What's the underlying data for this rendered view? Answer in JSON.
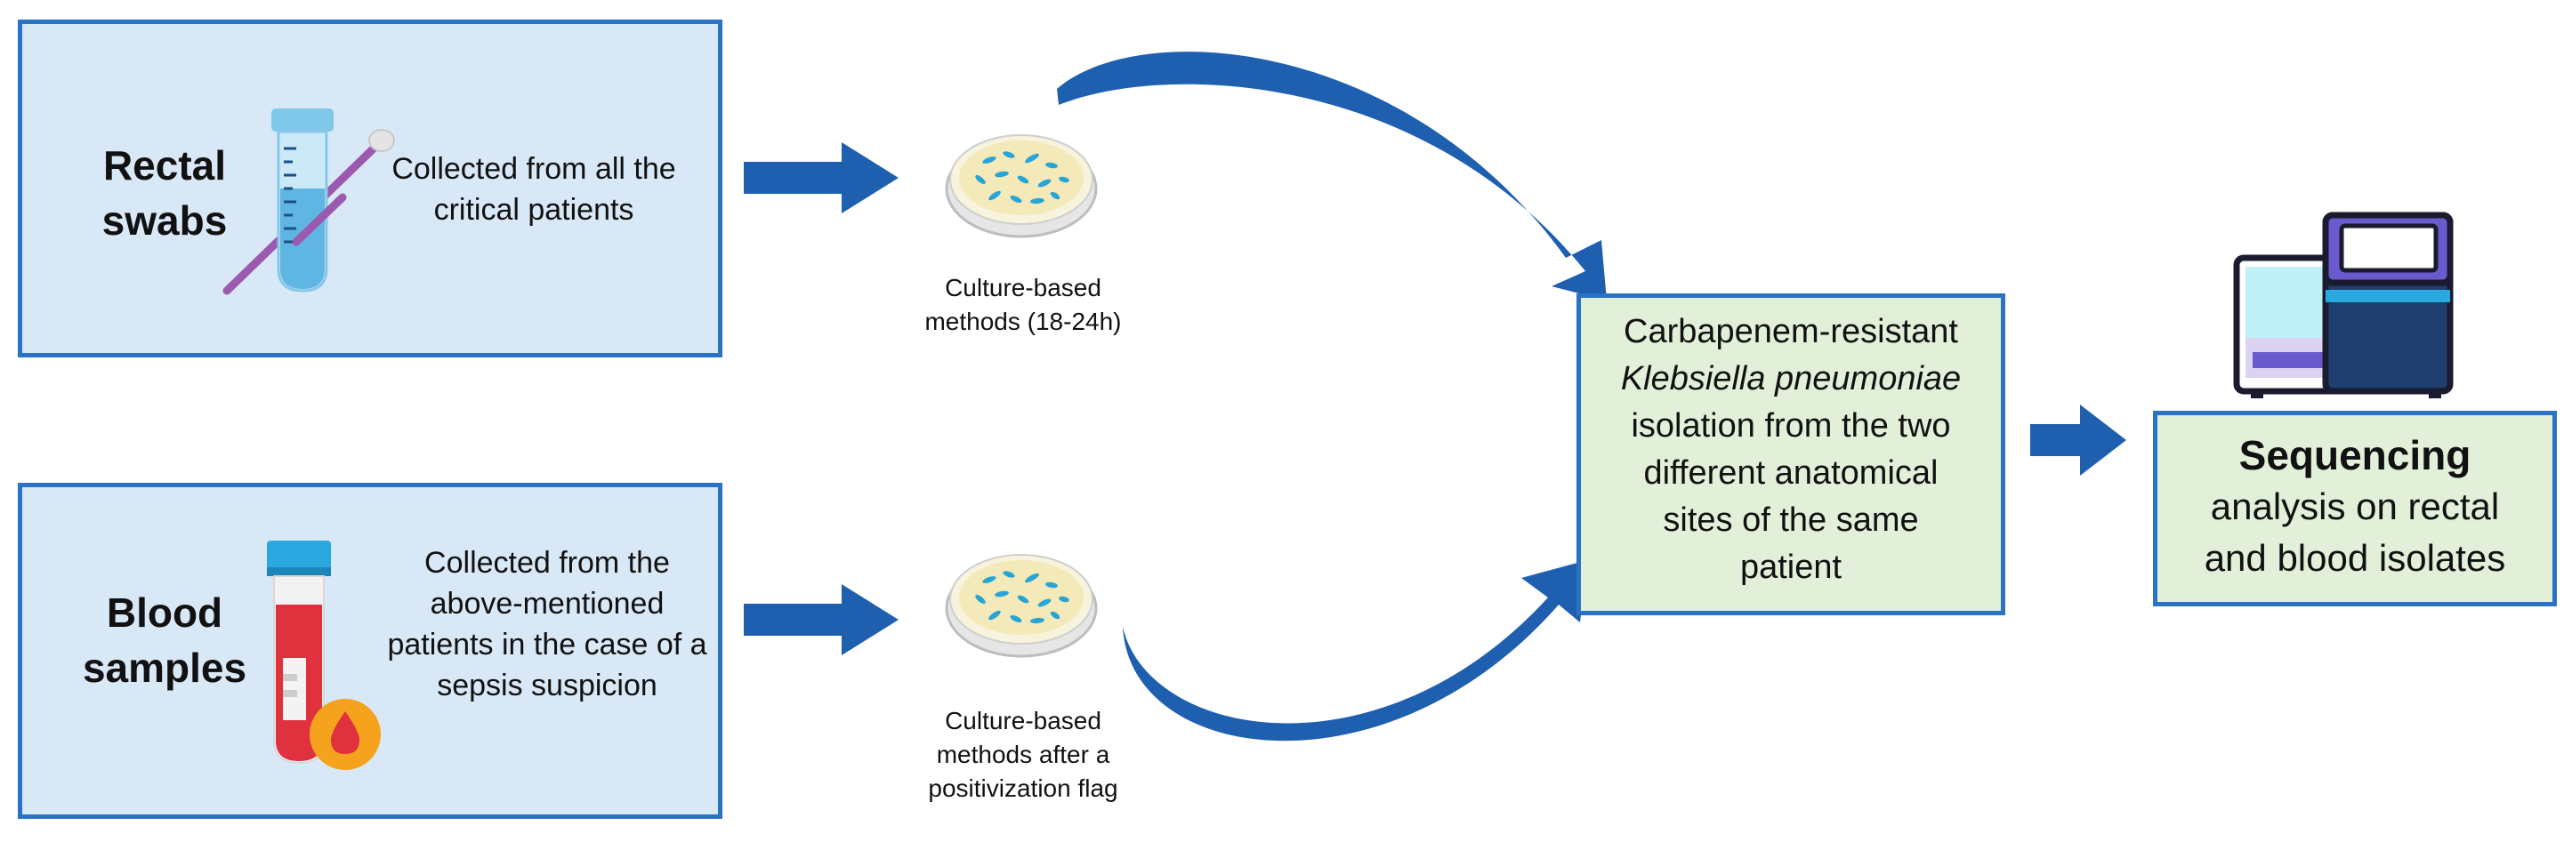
{
  "rectal": {
    "label_line1": "Rectal",
    "label_line2": "swabs",
    "desc_line1": "Collected from all the",
    "desc_line2": "critical patients",
    "icon": "test-tube-swab-icon"
  },
  "blood": {
    "label_line1": "Blood",
    "label_line2": "samples",
    "desc_line1": "Collected from the",
    "desc_line2": "above-mentioned",
    "desc_line3": "patients in the case of a",
    "desc_line4": "sepsis suspicion",
    "icon": "blood-tube-icon"
  },
  "culture_top": {
    "line1": "Culture-based",
    "line2": "methods (18-24h)",
    "icon": "petri-dish-icon"
  },
  "culture_bottom": {
    "line1": "Culture-based",
    "line2": "methods after a",
    "line3": "positivization flag",
    "icon": "petri-dish-icon"
  },
  "center": {
    "line1": "Carbapenem-resistant",
    "line2": "Klebsiella pneumoniae",
    "line3": "isolation from the two",
    "line4": "different anatomical",
    "line5": "sites of the same",
    "line6": "patient"
  },
  "sequencing": {
    "title": "Sequencing",
    "line2": "analysis on rectal",
    "line3": "and blood isolates",
    "icon": "sequencer-machine-icon"
  },
  "colors": {
    "box_border": "#2a72c4",
    "blue_fill": "#d9e8f6",
    "green_fill": "#e2f0d9",
    "arrow": "#1f5fb0"
  }
}
